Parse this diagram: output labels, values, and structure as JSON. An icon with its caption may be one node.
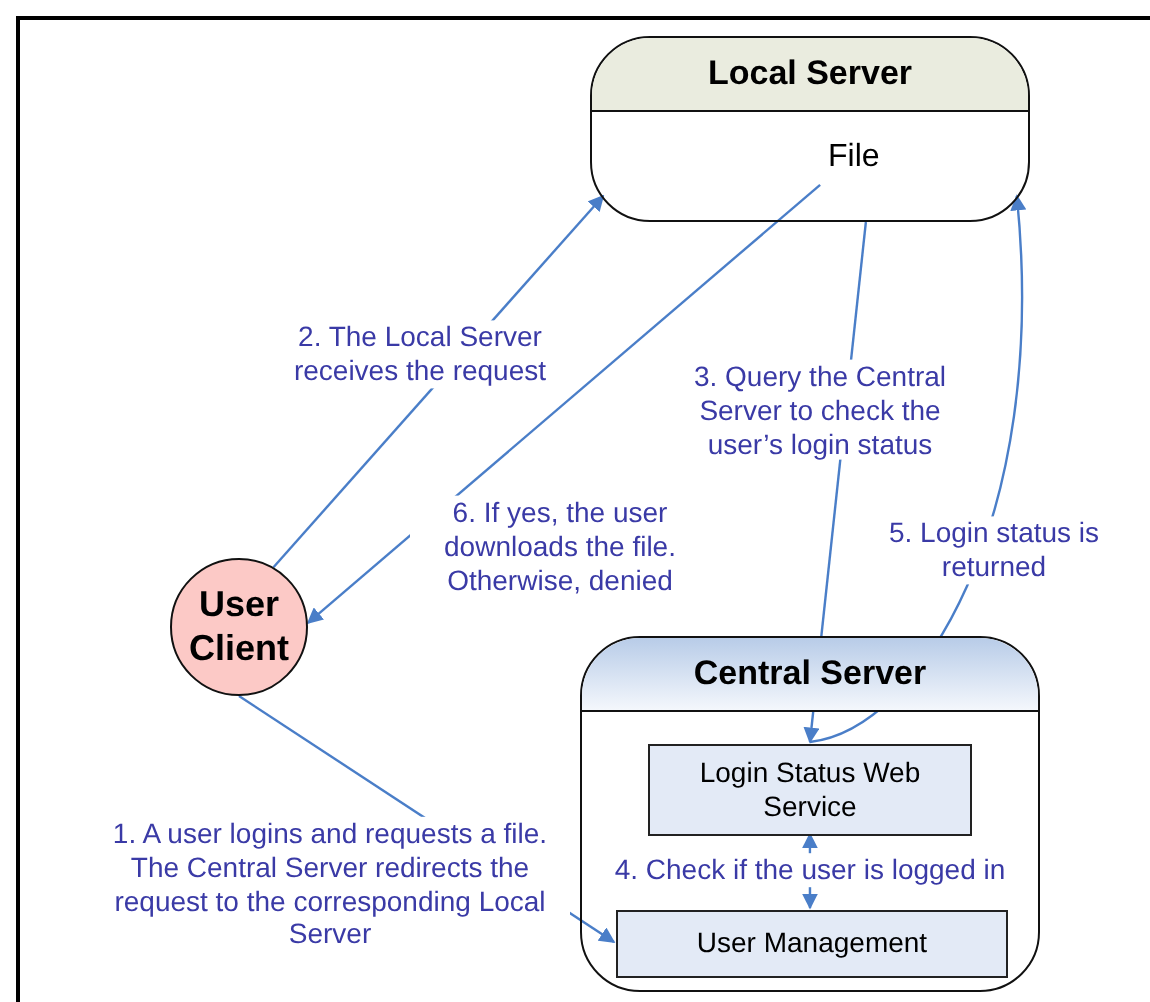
{
  "diagram": {
    "nodes": [
      {
        "text": [
          "Local Server",
          "File"
        ]
      },
      {
        "text": [
          "User Client"
        ]
      },
      {
        "text": [
          "Central Server"
        ]
      },
      {
        "text": [
          "Login Status Web Service"
        ],
        "in": 2
      },
      {
        "text": [
          "User Management"
        ],
        "in": 2
      }
    ],
    "edges": [
      {
        "from": 1,
        "to": 4,
        "arrow": "to",
        "label": "1. A user logins and requests a file. The Central Server redirects the request to the corresponding Local Server"
      },
      {
        "from": 1,
        "to": 0,
        "arrow": "to",
        "label": "2. The Local Server receives the request"
      },
      {
        "from": 0,
        "to": 3,
        "arrow": "to",
        "label": "3. Query the Central Server to check the user’s login status"
      },
      {
        "from": 3,
        "to": 4,
        "arrow": "both",
        "label": "4. Check if the user is logged in"
      },
      {
        "from": 3,
        "to": 0,
        "arrow": "to",
        "label": "5. Login status is returned"
      },
      {
        "from": 0,
        "to": 1,
        "arrow": "to",
        "label": "6. If yes, the user downloads the file. Otherwise, denied"
      }
    ]
  }
}
